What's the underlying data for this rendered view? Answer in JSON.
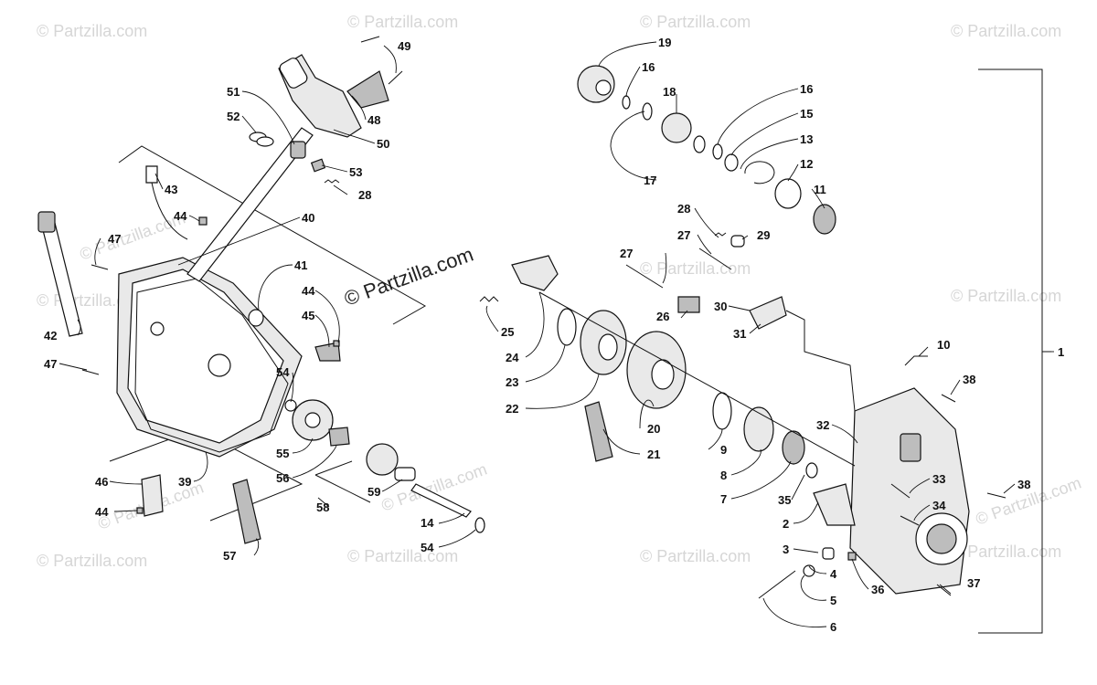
{
  "watermark": {
    "main": "© Partzilla.com",
    "faint": "© Partzilla.com"
  },
  "callouts": [
    {
      "id": "c1",
      "text": "1"
    },
    {
      "id": "c2",
      "text": "2"
    },
    {
      "id": "c3",
      "text": "3"
    },
    {
      "id": "c4",
      "text": "4"
    },
    {
      "id": "c5",
      "text": "5"
    },
    {
      "id": "c6",
      "text": "6"
    },
    {
      "id": "c7",
      "text": "7"
    },
    {
      "id": "c8",
      "text": "8"
    },
    {
      "id": "c9",
      "text": "9"
    },
    {
      "id": "c10",
      "text": "10"
    },
    {
      "id": "c11",
      "text": "11"
    },
    {
      "id": "c12",
      "text": "12"
    },
    {
      "id": "c13",
      "text": "13"
    },
    {
      "id": "c14",
      "text": "14"
    },
    {
      "id": "c15",
      "text": "15"
    },
    {
      "id": "c16a",
      "text": "16"
    },
    {
      "id": "c16b",
      "text": "16"
    },
    {
      "id": "c17",
      "text": "17"
    },
    {
      "id": "c18",
      "text": "18"
    },
    {
      "id": "c19",
      "text": "19"
    },
    {
      "id": "c20",
      "text": "20"
    },
    {
      "id": "c21",
      "text": "21"
    },
    {
      "id": "c22",
      "text": "22"
    },
    {
      "id": "c23",
      "text": "23"
    },
    {
      "id": "c24",
      "text": "24"
    },
    {
      "id": "c25",
      "text": "25"
    },
    {
      "id": "c26",
      "text": "26"
    },
    {
      "id": "c27a",
      "text": "27"
    },
    {
      "id": "c27b",
      "text": "27"
    },
    {
      "id": "c28a",
      "text": "28"
    },
    {
      "id": "c28b",
      "text": "28"
    },
    {
      "id": "c29",
      "text": "29"
    },
    {
      "id": "c30",
      "text": "30"
    },
    {
      "id": "c31",
      "text": "31"
    },
    {
      "id": "c32",
      "text": "32"
    },
    {
      "id": "c33",
      "text": "33"
    },
    {
      "id": "c34",
      "text": "34"
    },
    {
      "id": "c35",
      "text": "35"
    },
    {
      "id": "c36",
      "text": "36"
    },
    {
      "id": "c37",
      "text": "37"
    },
    {
      "id": "c38a",
      "text": "38"
    },
    {
      "id": "c38b",
      "text": "38"
    },
    {
      "id": "c39",
      "text": "39"
    },
    {
      "id": "c40",
      "text": "40"
    },
    {
      "id": "c41",
      "text": "41"
    },
    {
      "id": "c42",
      "text": "42"
    },
    {
      "id": "c43",
      "text": "43"
    },
    {
      "id": "c44a",
      "text": "44"
    },
    {
      "id": "c44b",
      "text": "44"
    },
    {
      "id": "c44c",
      "text": "44"
    },
    {
      "id": "c45",
      "text": "45"
    },
    {
      "id": "c46",
      "text": "46"
    },
    {
      "id": "c47a",
      "text": "47"
    },
    {
      "id": "c47b",
      "text": "47"
    },
    {
      "id": "c48",
      "text": "48"
    },
    {
      "id": "c49",
      "text": "49"
    },
    {
      "id": "c50",
      "text": "50"
    },
    {
      "id": "c51",
      "text": "51"
    },
    {
      "id": "c52",
      "text": "52"
    },
    {
      "id": "c53",
      "text": "53"
    },
    {
      "id": "c54a",
      "text": "54"
    },
    {
      "id": "c54b",
      "text": "54"
    },
    {
      "id": "c55",
      "text": "55"
    },
    {
      "id": "c56",
      "text": "56"
    },
    {
      "id": "c57",
      "text": "57"
    },
    {
      "id": "c58",
      "text": "58"
    },
    {
      "id": "c59",
      "text": "59"
    }
  ]
}
